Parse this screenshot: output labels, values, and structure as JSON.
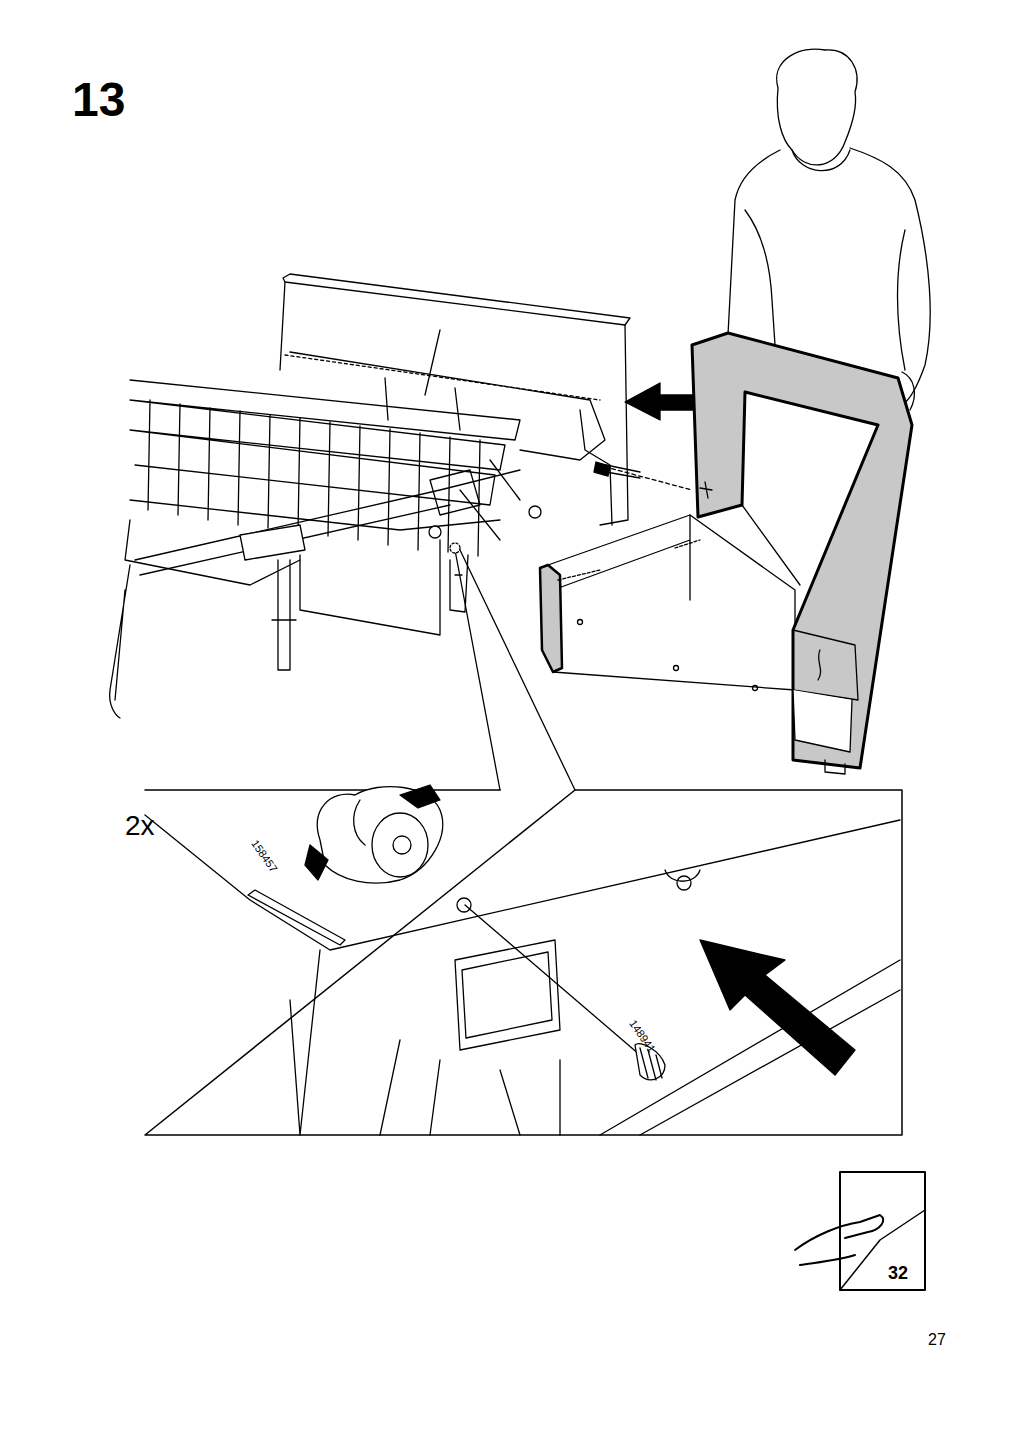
{
  "diagram": {
    "labels": [
      "13",
      "2x",
      "158457",
      "148941",
      "32",
      "27"
    ]
  }
}
